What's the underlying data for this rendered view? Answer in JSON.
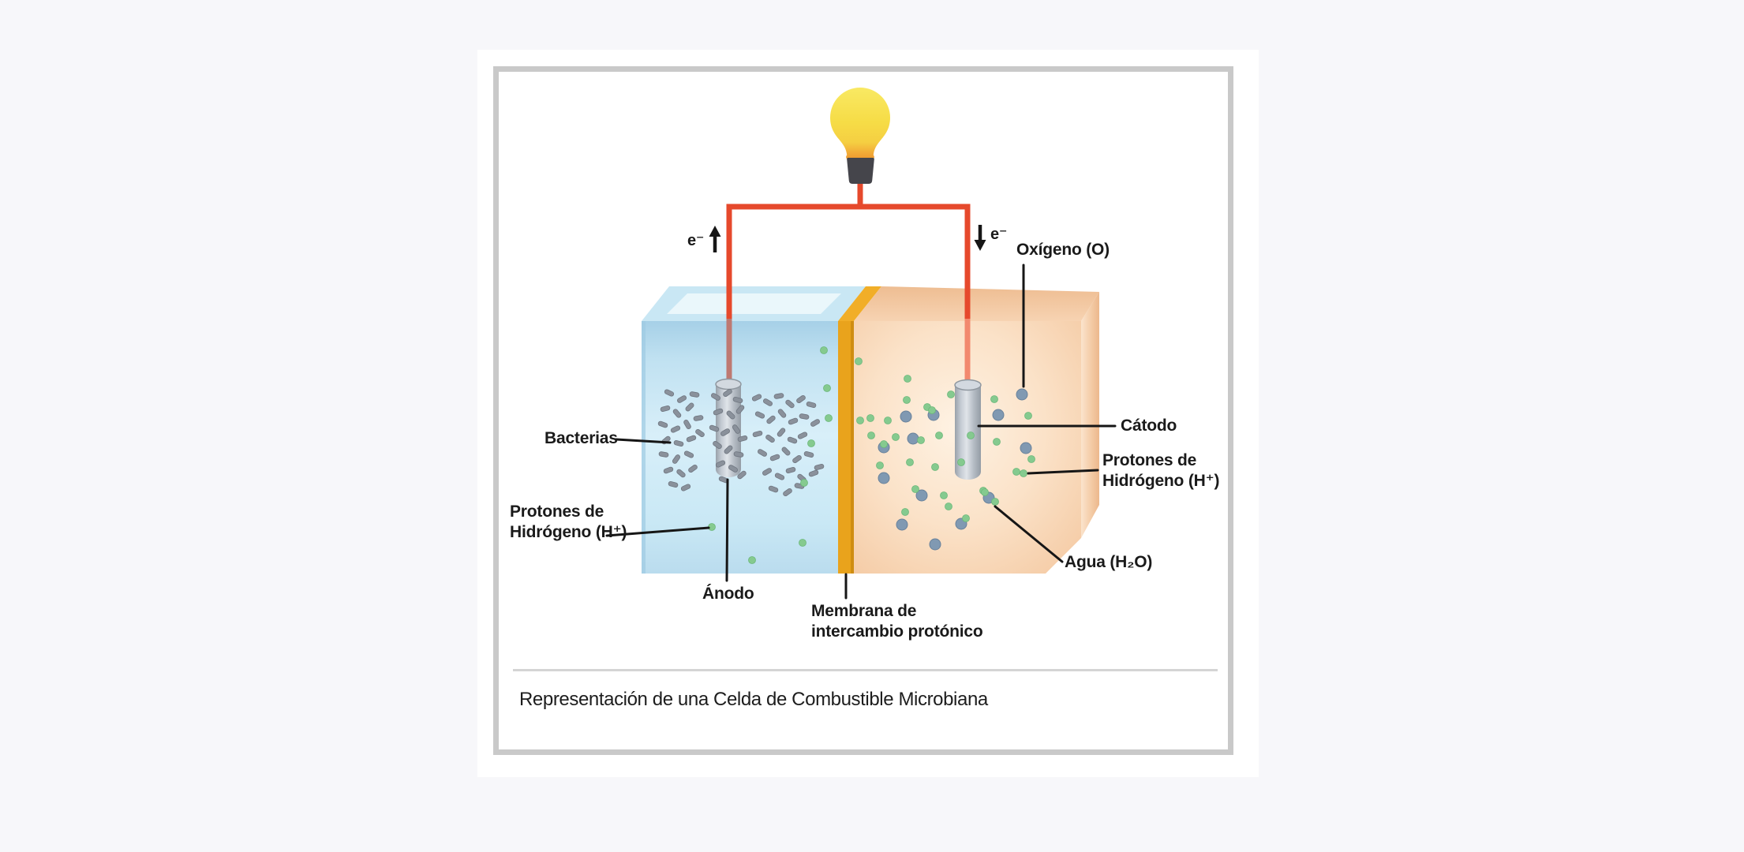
{
  "figure": {
    "caption": "Representación de una Celda de Combustible Microbiana",
    "labels": {
      "bacterias": "Bacterias",
      "protones_izq": {
        "line1": "Protones de",
        "line2": "Hidrógeno (H⁺)"
      },
      "anodo": "Ánodo",
      "membrana": {
        "line1": "Membrana de",
        "line2": "intercambio protónico"
      },
      "oxigeno": "Oxígeno (O)",
      "catodo": "Cátodo",
      "protones_der": {
        "line1": "Protones de",
        "line2": "Hidrógeno (H⁺)"
      },
      "agua": "Agua (H₂O)",
      "electron_left": "e⁻",
      "electron_right": "e⁻"
    },
    "icons": {
      "light_bulb": "light-bulb-icon",
      "arrow_up": "arrow-up-icon",
      "arrow_down": "arrow-down-icon"
    },
    "colors": {
      "page_bg": "#f7f7fa",
      "backdrop": "#ffffff",
      "panel_border": "#c9c9c9",
      "divider": "#d4d4d4",
      "label_text": "#1a1a1a",
      "wire_red": "#e6492c",
      "bulb_yellow": "#f6dc46",
      "bulb_glow": "#f2a43c",
      "socket_gray": "#45454b",
      "chamber_blue": "#cde9f6",
      "membrane_gold": "#e9a31c",
      "chamber_orange": "#fae0c6",
      "electrode_gray": "#c3cad1",
      "bacteria_gray": "#8a919b",
      "proton_green": "#85ca8f",
      "oxygen_blue": "#8099b2",
      "leader_black": "#161616"
    }
  }
}
